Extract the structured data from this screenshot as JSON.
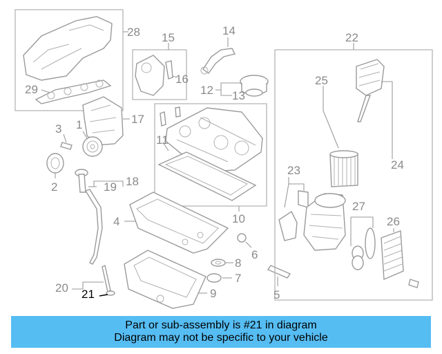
{
  "callouts": {
    "c1": "1",
    "c2": "2",
    "c3": "3",
    "c4": "4",
    "c5": "5",
    "c6": "6",
    "c7": "7",
    "c8": "8",
    "c9": "9",
    "c10": "10",
    "c11": "11",
    "c12": "12",
    "c13": "13",
    "c14": "14",
    "c15": "15",
    "c16": "16",
    "c17": "17",
    "c18": "18",
    "c19": "19",
    "c20": "20",
    "c21": "21",
    "c22": "22",
    "c23": "23",
    "c24": "24",
    "c25": "25",
    "c26": "26",
    "c27": "27",
    "c28": "28",
    "c29": "29"
  },
  "highlighted_part": "21",
  "caption": {
    "line1": "Part or sub-assembly is #21 in diagram",
    "line2": "Diagram may not be specific to your vehicle"
  },
  "colors": {
    "banner": "#56bdf3",
    "drawing": "#9a9a9a",
    "highlight": "#000000"
  }
}
